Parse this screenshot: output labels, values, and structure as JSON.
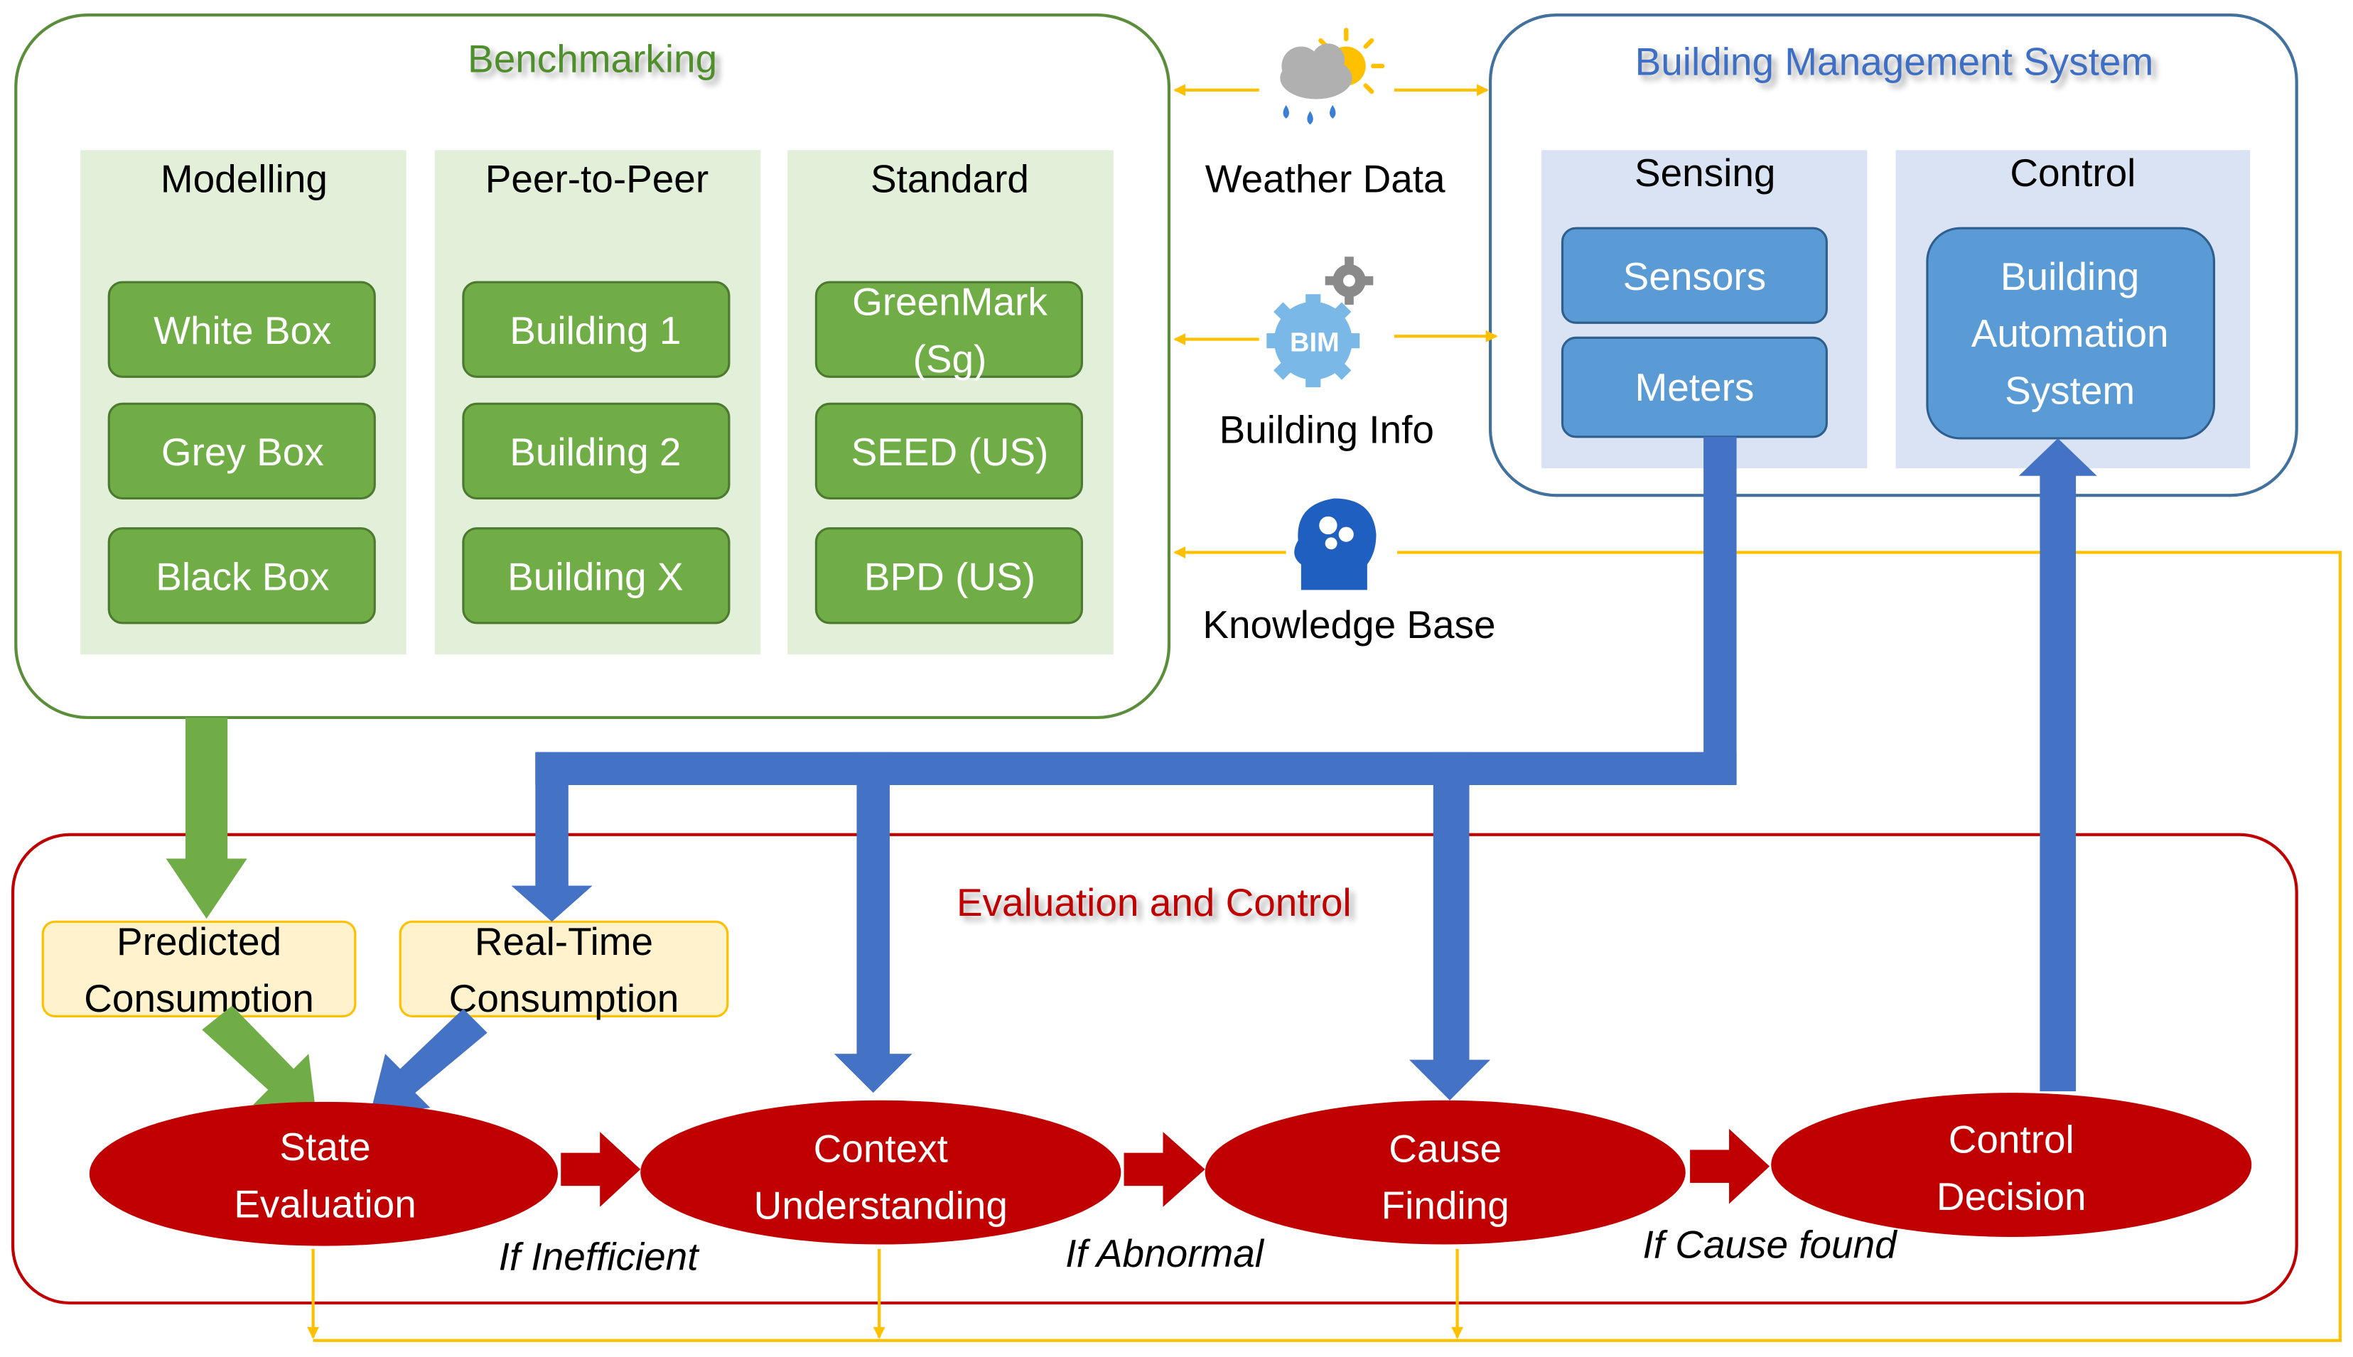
{
  "colors": {
    "green_title": "#4e8f2c",
    "green_border": "#5b8e3a",
    "green_panel": "#e2efd9",
    "green_box": "#70ad47",
    "green_box_border": "#4d7a30",
    "blue_title": "#3e6fc4",
    "blue_border": "#41719c",
    "blue_panel": "#dae3f3",
    "blue_box": "#5b9bd5",
    "blue_box_border": "#2e5f8f",
    "blue_arrow": "#4472c4",
    "red": "#c00000",
    "red_border": "#c00000",
    "orange_line": "#ffc000",
    "yellow_fill": "#fff2cc"
  },
  "benchmarking": {
    "title": "Benchmarking",
    "columns": [
      {
        "header": "Modelling",
        "items": [
          "White Box",
          "Grey Box",
          "Black Box"
        ]
      },
      {
        "header": "Peer-to-Peer",
        "items": [
          "Building 1",
          "Building 2",
          "Building X"
        ]
      },
      {
        "header": "Standard",
        "items": [
          "GreenMark (Sg)",
          "SEED (US)",
          "BPD (US)"
        ]
      }
    ]
  },
  "bms": {
    "title": "Building Management System",
    "sensing": {
      "header": "Sensing",
      "items": [
        "Sensors",
        "Meters"
      ]
    },
    "control": {
      "header": "Control",
      "item": "Building Automation System"
    }
  },
  "middle": {
    "weather_label": "Weather Data",
    "weather_icon": "weather-cloud-sun-rain-icon",
    "bim_label": "Building Info",
    "bim_icon_text": "BIM",
    "bim_icon": "bim-gear-icon",
    "knowledge_label": "Knowledge Base",
    "knowledge_icon": "head-gears-icon"
  },
  "evaluation": {
    "title": "Evaluation and Control",
    "predicted": "Predicted Consumption",
    "realtime": "Real-Time Consumption",
    "steps": [
      "State Evaluation",
      "Context Understanding",
      "Cause Finding",
      "Control Decision"
    ],
    "conditions": [
      "If Inefficient",
      "If Abnormal",
      "If Cause found"
    ]
  }
}
